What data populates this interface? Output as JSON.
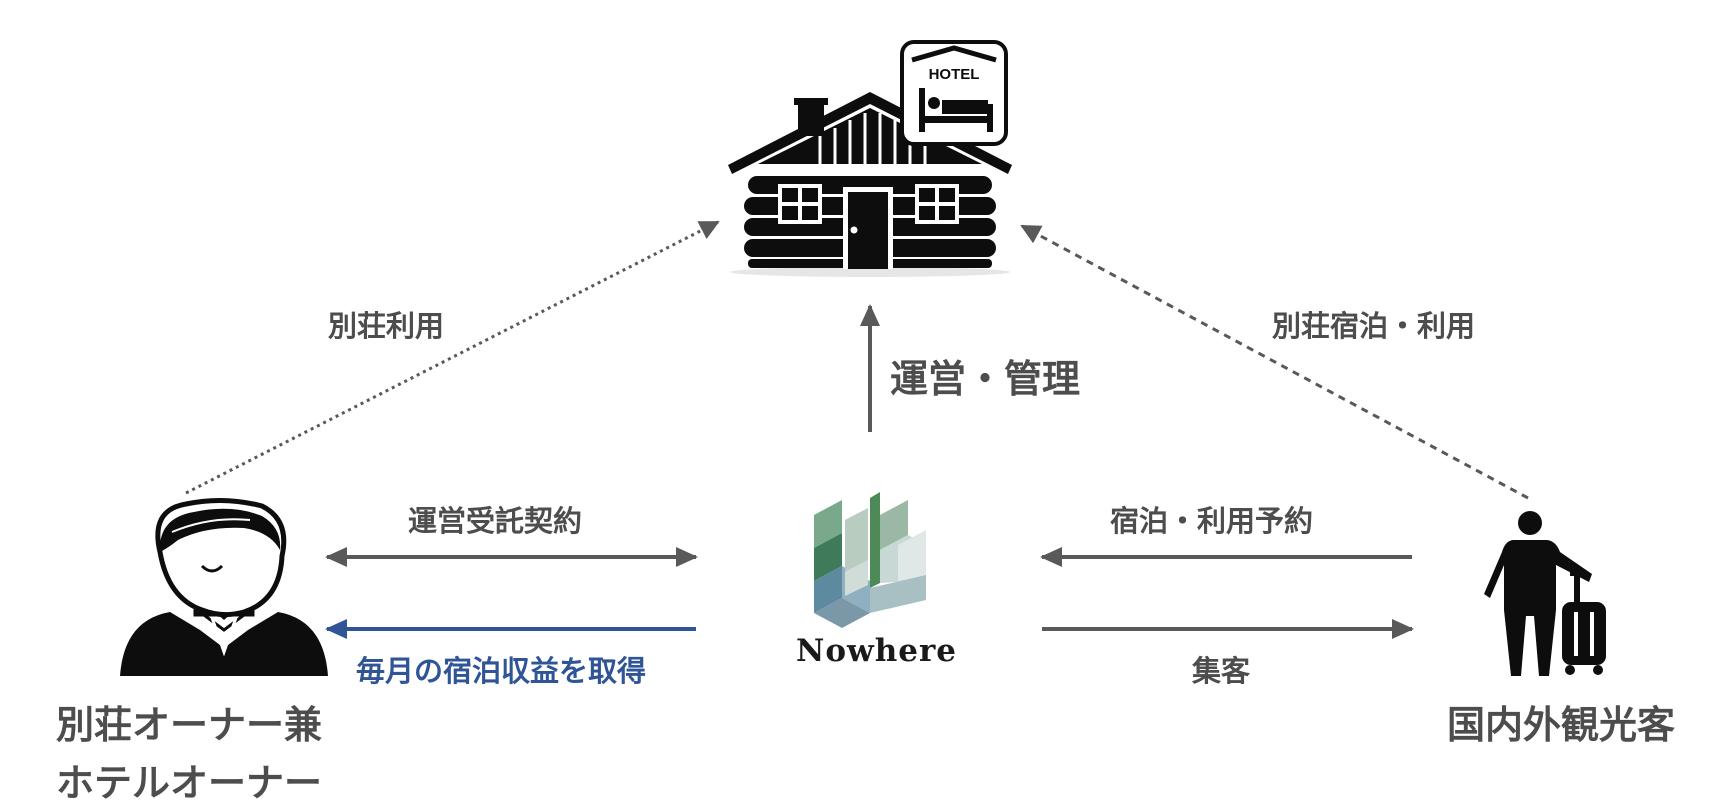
{
  "labels": {
    "villa_use": "別荘利用",
    "villa_stay_use": "別荘宿泊・利用",
    "operation_management": "運営・管理",
    "operation_contract": "運営受託契約",
    "monthly_revenue": "毎月の宿泊収益を取得",
    "booking": "宿泊・利用予約",
    "customer_attraction": "集客",
    "owner_line1": "別荘オーナー兼",
    "owner_line2": "ホテルオーナー",
    "tourists": "国内外観光客",
    "company_name": "Nowhere",
    "hotel_sign": "HOTEL"
  },
  "colors": {
    "arrow_gray": "#595959",
    "text_gray": "#4d4d4d",
    "accent_blue": "#2f5597",
    "icon_black": "#0d0d0d"
  },
  "icons": {
    "villa": "log-cabin-icon",
    "hotel": "hotel-bed-icon",
    "owner": "owner-person-icon",
    "tourist": "traveler-suitcase-icon",
    "logo": "nowhere-logo-icon"
  }
}
